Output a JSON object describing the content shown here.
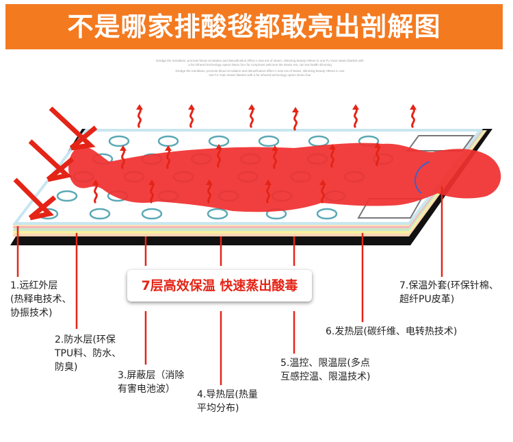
{
  "banner": {
    "title": "不是哪家排酸毯都敢亮出剖解图"
  },
  "fine_print": {
    "line1": "Dredge the meridians, promote blood circulation and detoxification effect A new era of steam, slimming beauty Hthree in one Fu Yuan steam blanket with",
    "line2": "a far infrared technology opens Detox four fut comprises welcome the steam era, can tea health slimming",
    "line3": "Dredge the meridians, promote blood circulation and detoxification effect A new era of steam, slimming beauty Hthree in one",
    "line4": "one Fu Yuan steam blanket with a far infrared technology opens Detox four"
  },
  "highlight": {
    "text": "7层高效保温  快速蒸出酸毒"
  },
  "layers": [
    {
      "num": "1.",
      "lines": [
        "远红外层",
        "(热释电技术、",
        "协振技术)"
      ]
    },
    {
      "num": "2.",
      "lines": [
        "防水层(环保",
        "TPU料、防水、",
        "防臭)"
      ]
    },
    {
      "num": "3.",
      "lines": [
        "屏蔽层（消除",
        "有害电池波）"
      ]
    },
    {
      "num": "4.",
      "lines": [
        "导热层(热量",
        "平均分布)"
      ]
    },
    {
      "num": "5.",
      "lines": [
        "温控、限温层(多点",
        "互感控温、限温技术)"
      ]
    },
    {
      "num": "6.",
      "lines": [
        "发热层(碳纤维、电转热技术)"
      ]
    },
    {
      "num": "7.",
      "lines": [
        "保温外套(环保针棉、",
        "超纤PU皮革)"
      ]
    }
  ],
  "colors": {
    "banner": "#f47a20",
    "callout_red": "#e42416",
    "body_red": "#f03030",
    "ring": "#5aa8b4",
    "layer_top": "#c8e6f0",
    "layer_bands": [
      "#fbe3b8",
      "#f6b8b8",
      "#c9e8c9",
      "#f8f0a0",
      "#fcd5b5"
    ]
  }
}
